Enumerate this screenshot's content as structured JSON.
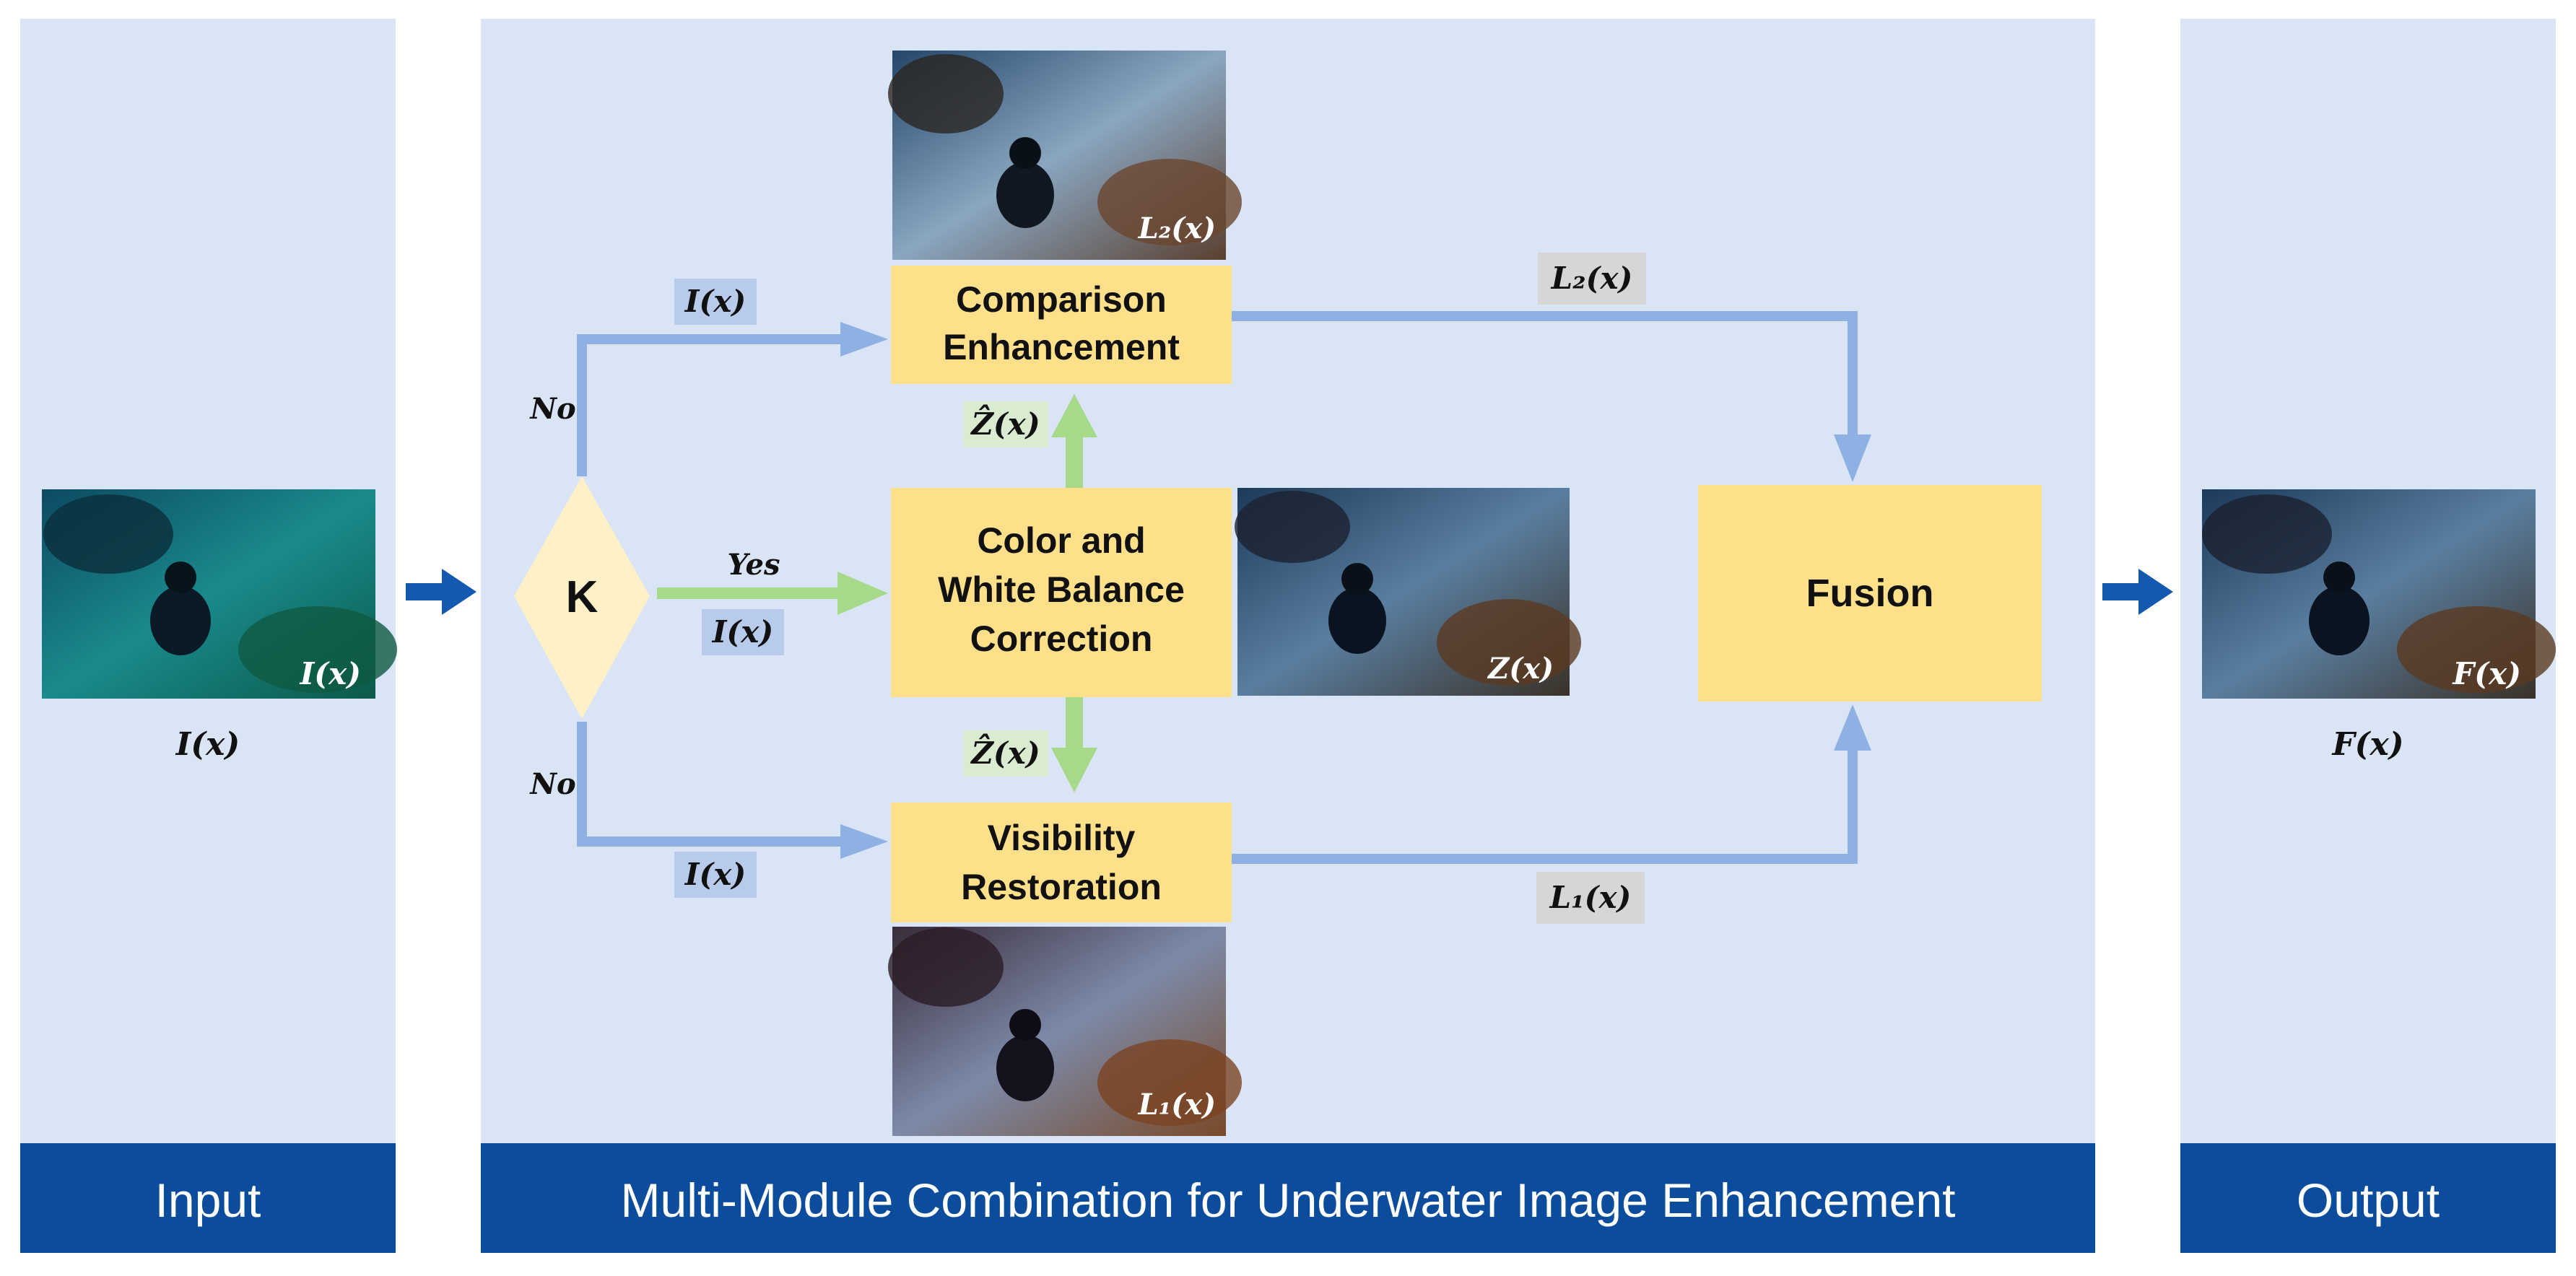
{
  "panels": {
    "input_title": "Input",
    "main_title": "Multi-Module Combination for Underwater Image Enhancement",
    "output_title": "Output"
  },
  "decision": {
    "label": "K"
  },
  "modules": {
    "comparison_line1": "Comparison",
    "comparison_line2": "Enhancement",
    "color_line1": "Color and",
    "color_line2": "White Balance",
    "color_line3": "Correction",
    "visibility_line1": "Visibility",
    "visibility_line2": "Restoration",
    "fusion": "Fusion"
  },
  "labels": {
    "input_caption": "I(x)",
    "output_caption": "F(x)",
    "input_img_tag": "I(x)",
    "output_img_tag": "F(x)",
    "l2_img_tag": "L₂(x)",
    "l1_img_tag": "L₁(x)",
    "z_img_tag": "Z(x)",
    "no_top": "No",
    "no_bottom": "No",
    "yes": "Yes",
    "edge_top_I": "I(x)",
    "edge_mid_I": "I(x)",
    "edge_bot_I": "I(x)",
    "zhat_top": "Ẑ(x)",
    "zhat_bot": "Ẑ(x)",
    "edge_L2": "L₂(x)",
    "edge_L1": "L₁(x)"
  },
  "colors": {
    "panel_bg": "#d9e4f5",
    "title_bar": "#0b4c9c",
    "module_fill": "#ffe08a",
    "decision_fill": "#fff0c8",
    "blue_arrow": "#8eb0e2",
    "green_arrow": "#a6d98a",
    "dark_arrow": "#1459b0",
    "tag_blue": "#b9cbeb",
    "tag_green": "#d9ecd2",
    "tag_gray": "#d6d6d6"
  }
}
